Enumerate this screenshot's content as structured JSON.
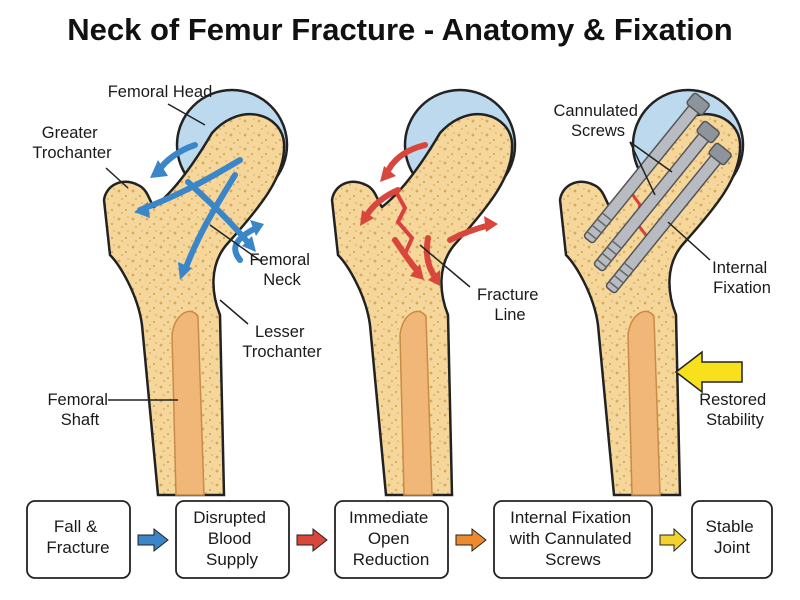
{
  "title": "Neck of Femur Fracture - Anatomy & Fixation",
  "labels": {
    "femoral_head": "Femoral Head",
    "greater_trochanter": [
      "Greater",
      "Trochanter"
    ],
    "femoral_neck": [
      "Femoral",
      "Neck"
    ],
    "lesser_trochanter": [
      "Lesser",
      "Trochanter"
    ],
    "femoral_shaft": [
      "Femoral",
      "Shaft"
    ],
    "fracture_line": [
      "Fracture",
      "Line"
    ],
    "cannulated_screws": [
      "Cannulated",
      "Screws"
    ],
    "internal_fixation": [
      "Internal",
      "Fixation"
    ],
    "restored_stability": [
      "Restored",
      "Stability"
    ]
  },
  "flow": [
    {
      "lines": [
        "Fall &",
        "Fracture"
      ],
      "arrow_color": "#3a86c8"
    },
    {
      "lines": [
        "Disrupted",
        "Blood",
        "Supply"
      ],
      "arrow_color": "#d9463b"
    },
    {
      "lines": [
        "Immediate",
        "Open",
        "Reduction"
      ],
      "arrow_color": "#ee8a2e"
    },
    {
      "lines": [
        "Internal Fixation",
        "with Cannulated",
        "Screws"
      ],
      "arrow_color": "#f2d22e"
    },
    {
      "lines": [
        "Stable",
        "Joint"
      ]
    }
  ],
  "colors": {
    "bone": "#f5d79b",
    "cortex": "#e7b76a",
    "cartilage": "#bcd9ee",
    "marrow": "#f0b779",
    "blue_arrow": "#3a86c8",
    "red_arrow": "#d9463b",
    "fracture": "#d94040",
    "stability_arrow": "#f7e11c",
    "screw": "#b8bcc2"
  }
}
